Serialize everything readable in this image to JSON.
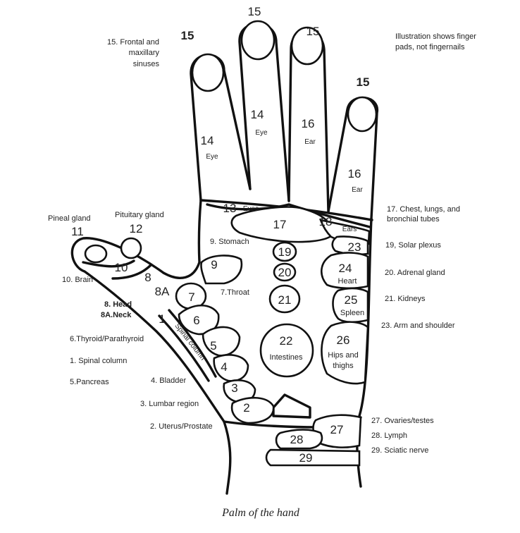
{
  "pointers": {
    "f1": "15",
    "f2": "15",
    "f3": "15",
    "f4": "15"
  },
  "notes": {
    "sinus_line1": "15. Frontal and",
    "sinus_line2": "maxillary",
    "sinus_line3": "sinuses",
    "illus_line1": "Illustration shows finger",
    "illus_line2": "pads, not fingernails"
  },
  "fingers": {
    "index_num": "14",
    "index_lbl": "Eye",
    "middle_num": "14",
    "middle_lbl": "Eye",
    "ring_num": "16",
    "ring_lbl": "Ear",
    "little_num": "16",
    "little_lbl": "Ear"
  },
  "zones": {
    "z13": "13",
    "z13_lbl": "Eyes",
    "z17": "17",
    "z18": "18",
    "z18_lbl": "Ears",
    "z19": "19",
    "z20": "20",
    "z21": "21",
    "z22": "22",
    "z22_lbl": "Intestines",
    "z23": "23",
    "z24": "24",
    "z24_lbl": "Heart",
    "z25": "25",
    "z25_lbl": "Spleen",
    "z26": "26",
    "z26_lbl1": "Hips and",
    "z26_lbl2": "thighs",
    "z27": "27",
    "z28": "28",
    "z29": "29",
    "z9": "9",
    "z7": "7",
    "z6": "6",
    "z5": "5",
    "z4": "4",
    "z3": "3",
    "z2": "2",
    "z1": "1",
    "z8": "8",
    "z8a": "8A",
    "z10": "10",
    "z11": "11",
    "z12": "12",
    "spinal": "Spinal column"
  },
  "labels_left": {
    "pineal": "Pineal gland",
    "pituitary": "Pituitary gland",
    "stomach": "9. Stomach",
    "throat": "7.Throat",
    "brain": "10. Brain",
    "head": "8. Head",
    "neck": "8A.Neck",
    "thyroid": "6.Thyroid/Parathyroid",
    "spinal": "1. Spinal column",
    "pancreas": "5.Pancreas",
    "bladder": "4. Bladder",
    "lumbar": "3. Lumbar region",
    "uterus": "2. Uterus/Prostate"
  },
  "labels_right": {
    "chest_line1": "17. Chest, lungs, and",
    "chest_line2": "bronchial tubes",
    "solar": "19, Solar plexus",
    "adrenal": "20. Adrenal gland",
    "kidneys": "21.  Kidneys",
    "arm": "23. Arm and shoulder",
    "ovaries": "27. Ovaries/testes",
    "lymph": "28. Lymph",
    "sciatic": "29. Sciatic nerve"
  },
  "caption": "Palm of the hand"
}
